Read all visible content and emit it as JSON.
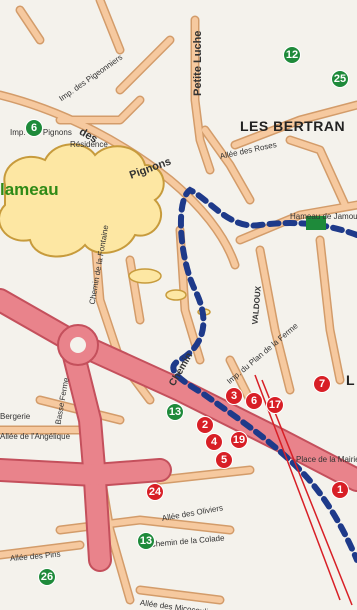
{
  "colors": {
    "map_background": "#f4f2ec",
    "road": "#f6c99f",
    "road_outline": "#d39c6a",
    "main_road": "#e9838b",
    "main_road_outline": "#c4505c",
    "route": "#1e3a8a",
    "badge_red": "#d81f26",
    "badge_green": "#1e8a3a",
    "callout_fill": "#fde7a3",
    "callout_stroke": "#c79b3c",
    "callout_text": "#2f8a16",
    "pointer": "#d81f26"
  },
  "callout": {
    "text": "lameau"
  },
  "place_labels": {
    "les_bertrand": "LES BERTRAN",
    "right_edge": "L"
  },
  "street_labels": {
    "petite_lucie": "Petite Luche",
    "pignons": "Pignons",
    "des": "des",
    "imp_pignons": "Imp. des Pignons",
    "residence": "Résidence",
    "allee_roses": "Allée des Roses",
    "chemin_fontaine": "Chemin de la Fontaine",
    "valdoux": "VALDOUX",
    "chemin": "Chemin",
    "hameau": "Hameau de Jamouyer",
    "imp_plan": "Imp. du Plan de la Ferme",
    "bergerie": "Bergerie",
    "angelique": "Allée de l'Angélique",
    "basse_ferme": "Basse Ferme",
    "allee_oliviers": "Allée des Oliviers",
    "chemin_colade": "Chemin de la Colade",
    "allee_pins": "Allée des Pins",
    "allee_micocouliers": "Allée des Micocouliers",
    "place_marie": "Place de la Mairie",
    "imp_pigeonniers": "Imp. des Pigeonniers"
  },
  "markers": [
    {
      "id": "12",
      "color": "green"
    },
    {
      "id": "25",
      "color": "green"
    },
    {
      "id": "6",
      "color": "green"
    },
    {
      "id": "7",
      "color": "red"
    },
    {
      "id": "3",
      "color": "red"
    },
    {
      "id": "6",
      "color": "red"
    },
    {
      "id": "17",
      "color": "red"
    },
    {
      "id": "13",
      "color": "green"
    },
    {
      "id": "2",
      "color": "red"
    },
    {
      "id": "4",
      "color": "red"
    },
    {
      "id": "19",
      "color": "red"
    },
    {
      "id": "5",
      "color": "red"
    },
    {
      "id": "24",
      "color": "red"
    },
    {
      "id": "1",
      "color": "red"
    },
    {
      "id": "13",
      "color": "green"
    },
    {
      "id": "26",
      "color": "green"
    }
  ]
}
